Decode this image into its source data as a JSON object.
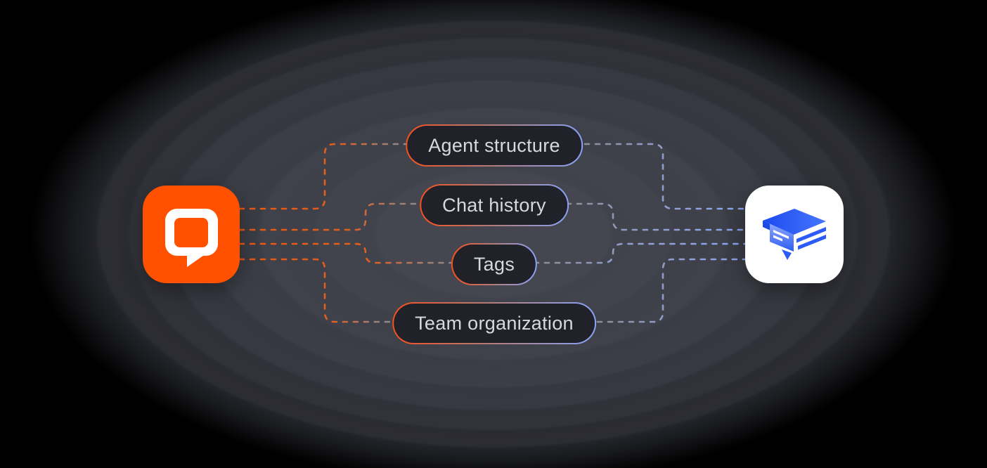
{
  "diagram": {
    "description_items_count": 4,
    "left_app": {
      "icon": "livechat-logo-icon",
      "brand_color": "#ff5100"
    },
    "right_app": {
      "icon": "knowledgebase-logo-icon",
      "brand_color": "#2d5bf5",
      "tile_background": "#ffffff"
    }
  },
  "migration_items": [
    {
      "label": "Agent structure"
    },
    {
      "label": "Chat history"
    },
    {
      "label": "Tags"
    },
    {
      "label": "Team organization"
    }
  ],
  "colors": {
    "left_app_color": "#ff5100",
    "right_app_bg": "#ffffff",
    "pill_background": "#212229",
    "pill_text": "#d8d9dd",
    "pill_border_left": "#f4511e",
    "pill_border_right": "#88a3f8",
    "connector_orange": "#ef5712",
    "connector_blue": "#8ba3f2",
    "connector_gray": "#888b92",
    "background_center": "#45464f",
    "background_edge": "#000000"
  }
}
